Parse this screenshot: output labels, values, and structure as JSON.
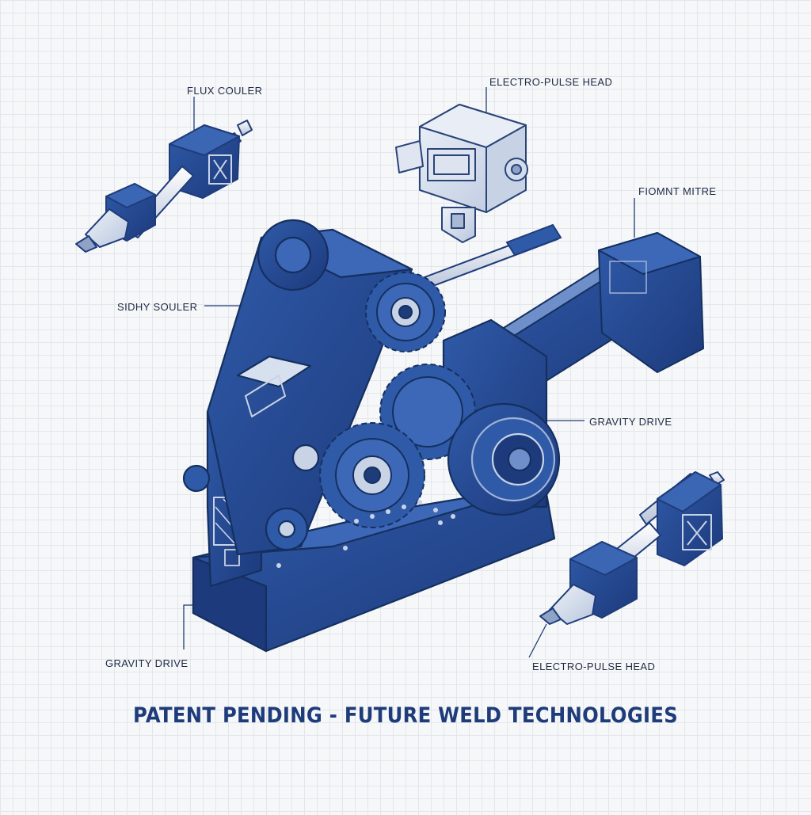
{
  "labels": {
    "flux_coupler": "FLUX COULER",
    "electro_pulse_head_top": "ELECTRO-PULSE HEAD",
    "fiomnt_mitre": "FIOMNT MITRE",
    "sidhy_souler": "SIDHY SOULER",
    "gravity_drive_right": "GRAVITY DRIVE",
    "gravity_drive_left": "GRAVITY DRIVE",
    "electro_pulse_head_bottom": "ELECTRO-PULSE HEAD"
  },
  "footer": {
    "title": "PATENT PENDING - FUTURE WELD TECHNOLOGIES"
  },
  "colors": {
    "paper": "#f6f7f9",
    "grid": "#e3e6eb",
    "blueprint_dark": "#1f3c7a",
    "blueprint_mid": "#2f5aa8",
    "blueprint_light": "#c9d3e6",
    "text": "#1e2a44"
  }
}
